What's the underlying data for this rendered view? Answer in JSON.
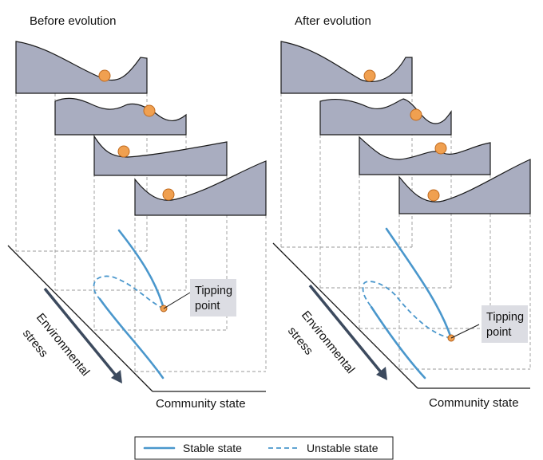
{
  "panels": {
    "before": {
      "title": "Before evolution",
      "tipping_label_line1": "Tipping",
      "tipping_label_line2": "point"
    },
    "after": {
      "title": "After evolution",
      "tipping_label_line1": "Tipping",
      "tipping_label_line2": "point"
    }
  },
  "axes": {
    "stress_line1": "Environmental",
    "stress_line2": "stress",
    "state": "Community state"
  },
  "legend": {
    "stable": "Stable state",
    "unstable": "Unstable state"
  },
  "colors": {
    "landscape_fill": "#a9adc0",
    "curve": "#4a97cc",
    "ball": "#f0a050",
    "arrow": "#3c4a5e",
    "label_box": "#dcdde3"
  }
}
